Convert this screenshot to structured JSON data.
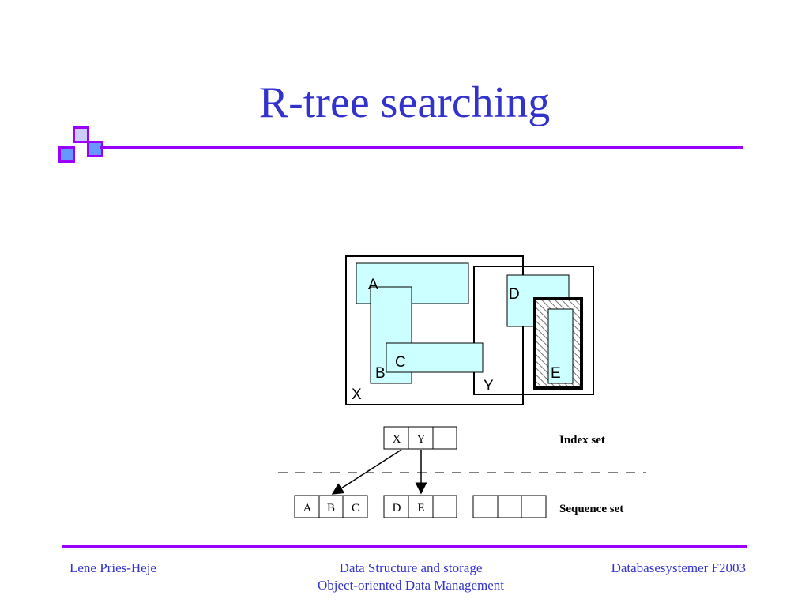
{
  "slide": {
    "title": "R-tree searching"
  },
  "diagram": {
    "regions": {
      "a": "A",
      "b": "B",
      "c": "C",
      "d": "D",
      "e": "E",
      "x": "X",
      "y": "Y"
    },
    "index_set": {
      "label": "Index set",
      "cells": [
        "X",
        "Y",
        ""
      ]
    },
    "sequence_set": {
      "label": "Sequence set",
      "node1": [
        "A",
        "B",
        "C"
      ],
      "node2": [
        "D",
        "E",
        ""
      ],
      "node3": [
        "",
        "",
        ""
      ]
    },
    "colors": {
      "region_fill": "#ccffff",
      "query_outline": "#000000"
    }
  },
  "footer": {
    "left": "Lene Pries-Heje",
    "center_line1": "Data Structure and storage",
    "center_line2": "Object-oriented Data Management",
    "right": "Databasesystemer F2003"
  }
}
